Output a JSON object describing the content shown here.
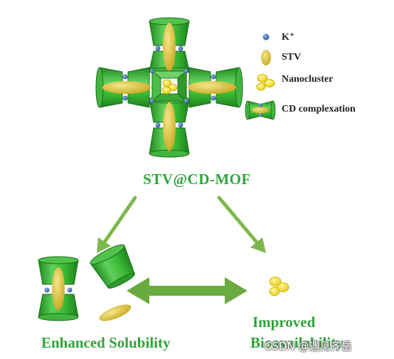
{
  "title": "STV@CD-MOF",
  "legend": {
    "potassium": "K⁺",
    "stv": "STV",
    "nanocluster": "Nanocluster",
    "cd": "CD complexation"
  },
  "outcomes": {
    "solubility": "Enhanced Solubility",
    "bio_line1": "Improved",
    "bio_line2": "Bioavailability"
  },
  "watermark": "CSDN @遇见齐岳",
  "colors": {
    "green": "#33b533",
    "green_dark": "#1e7f1e",
    "green_text": "#2fa53a",
    "stv": "#d8c23a",
    "potassium": "#4d78b8",
    "nanocluster": "#f3e21c",
    "arrow": "#7eb84c"
  }
}
